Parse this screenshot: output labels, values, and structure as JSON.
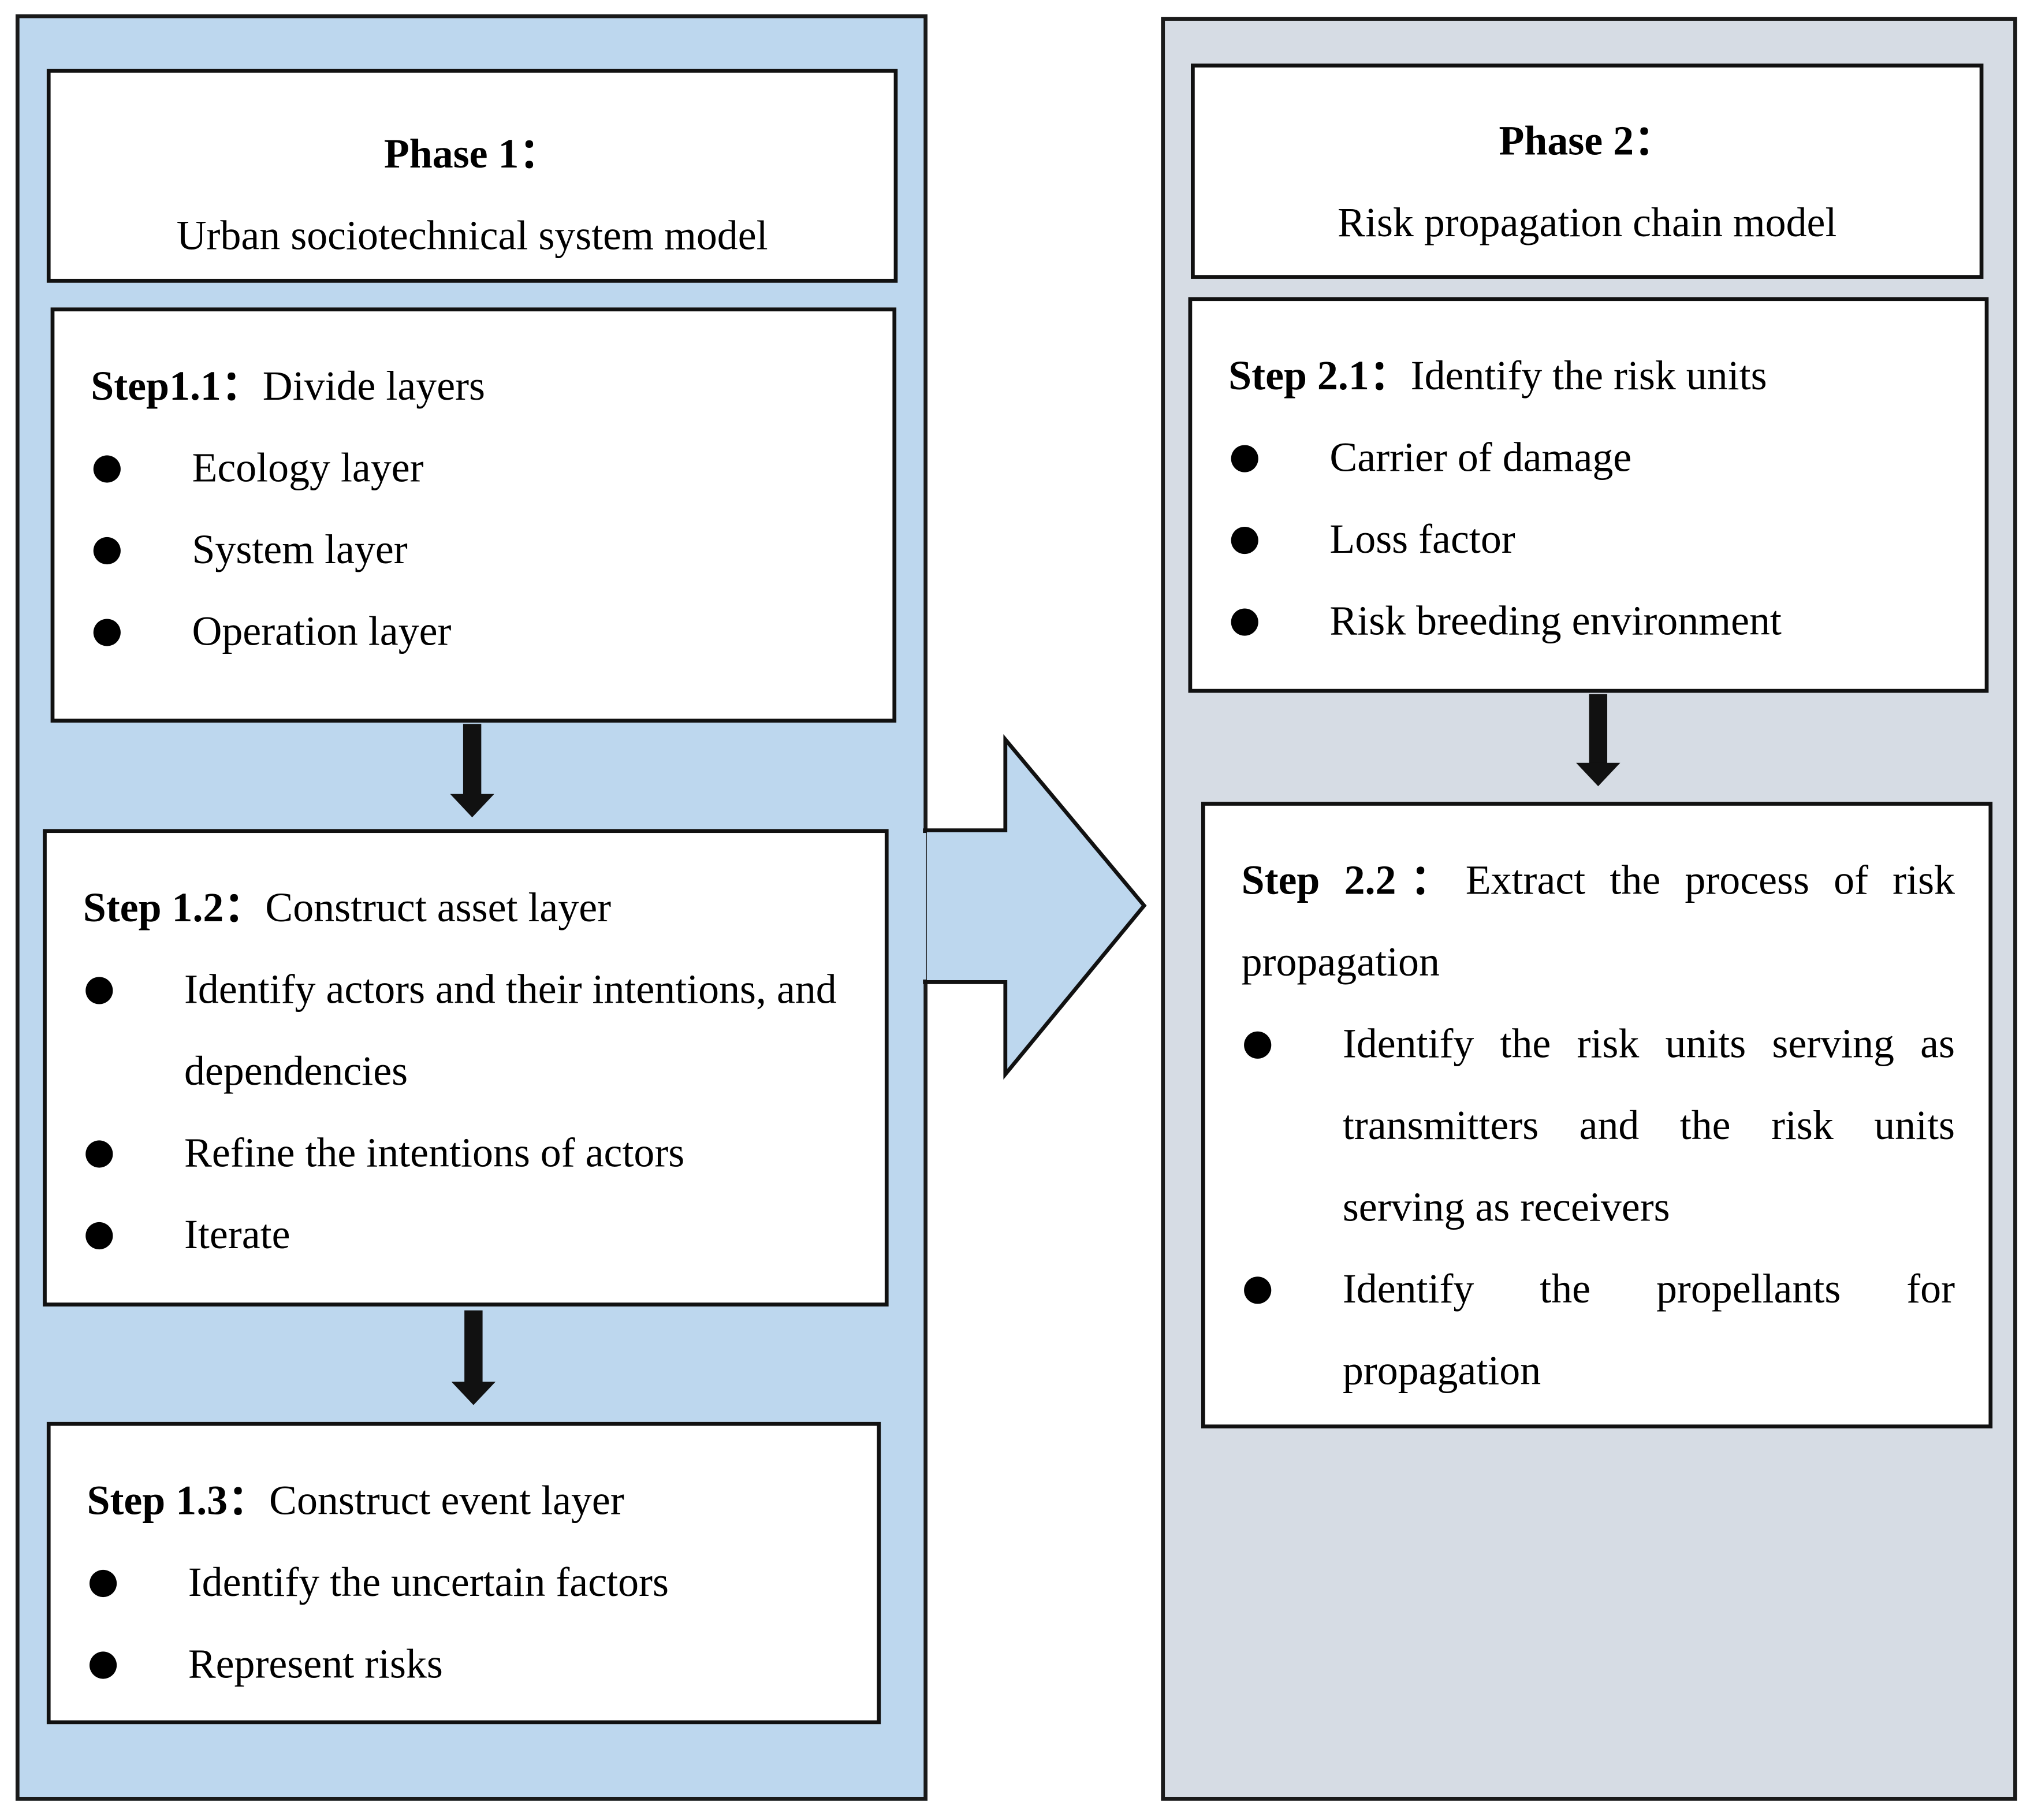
{
  "colors": {
    "phase1_bg": "#bdd7ee",
    "phase2_bg": "#d6dce4",
    "border": "#111111"
  },
  "phase1": {
    "title": "Phase 1：",
    "subtitle": "Urban sociotechnical system model",
    "steps": [
      {
        "label": "Step1.1：",
        "title": "Divide layers",
        "items": [
          "Ecology layer",
          "System layer",
          "Operation layer"
        ]
      },
      {
        "label": "Step 1.2：",
        "title": "Construct asset layer",
        "items": [
          "Identify actors and their intentions, and dependencies",
          "Refine the intentions of actors",
          "Iterate"
        ]
      },
      {
        "label": "Step 1.3：",
        "title": "Construct event layer",
        "items": [
          "Identify the uncertain factors",
          "Represent risks"
        ]
      }
    ]
  },
  "phase2": {
    "title": "Phase 2：",
    "subtitle": "Risk propagation chain model",
    "steps": [
      {
        "label": "Step 2.1：",
        "title": "Identify the risk units",
        "items": [
          "Carrier of damage",
          "Loss factor",
          "Risk breeding environment"
        ]
      },
      {
        "label": "Step 2.2：",
        "title": "Extract the process of risk propagation",
        "items": [
          "Identify the risk units serving as transmitters and the risk units serving as receivers",
          "Identify the propellants for propagation"
        ]
      }
    ]
  }
}
